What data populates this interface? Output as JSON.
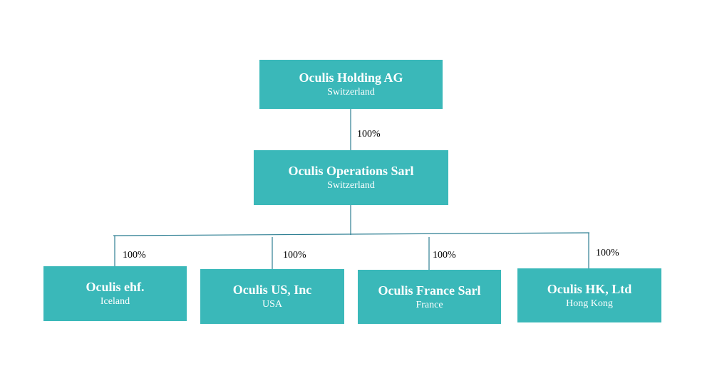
{
  "colors": {
    "box_fill": "#3ab8b9",
    "box_text": "#ffffff",
    "connector": "#2e7f93"
  },
  "holding": {
    "name": "Oculis Holding AG",
    "location": "Switzerland"
  },
  "operations": {
    "name": "Oculis Operations Sarl",
    "location": "Switzerland",
    "ownership": "100%"
  },
  "subsidiaries": [
    {
      "name": "Oculis ehf.",
      "location": "Iceland",
      "ownership": "100%"
    },
    {
      "name": "Oculis US, Inc",
      "location": "USA",
      "ownership": "100%"
    },
    {
      "name": "Oculis France Sarl",
      "location": "France",
      "ownership": "100%"
    },
    {
      "name": "Oculis HK, Ltd",
      "location": "Hong Kong",
      "ownership": "100%"
    }
  ]
}
